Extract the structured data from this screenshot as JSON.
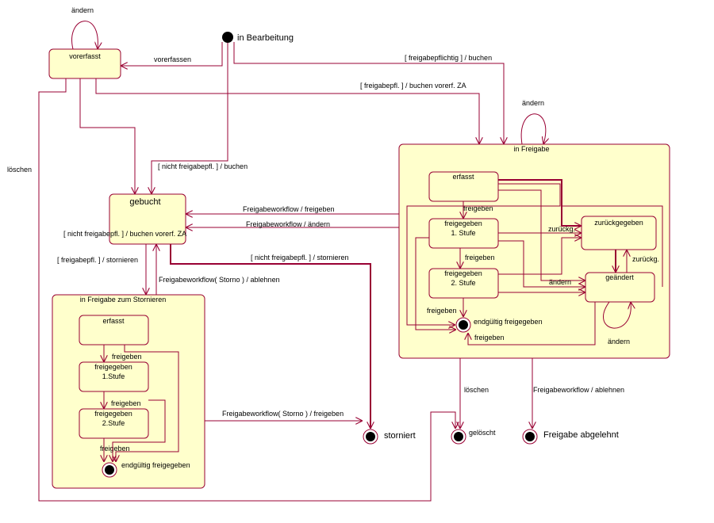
{
  "colors": {
    "line": "#990033",
    "state_fill": "#ffffcc",
    "text": "#000000",
    "background": "#ffffff"
  },
  "initial": {
    "label": "in Bearbeitung"
  },
  "states": {
    "vorerfasst": "vorerfasst",
    "gebucht": "gebucht",
    "in_freigabe": "in Freigabe",
    "in_freigabe_storno": "in Freigabe zum Stornieren",
    "erfasst": "erfasst",
    "freigegeben_1": [
      "freigegeben",
      "1. Stufe"
    ],
    "freigegeben_2": [
      "freigegeben",
      "2. Stufe"
    ],
    "zurueckgegeben": "zurückgegeben",
    "geaendert": "geändert",
    "s_erfasst": "erfasst",
    "s_freigegeben_1": [
      "freigegeben",
      "1.Stufe"
    ],
    "s_freigegeben_2": [
      "freigegeben",
      "2.Stufe"
    ]
  },
  "finals": {
    "endgueltig": "endgültig freigegeben",
    "s_endgueltig": "endgültig freigegeben",
    "storniert": "storniert",
    "geloescht": "gelöscht",
    "abgelehnt": "Freigabe abgelehnt"
  },
  "transitions": {
    "aendern_vorerfasst": "ändern",
    "vorerfassen": "vorerfassen",
    "freigabepflichtig_buchen": "[ freigabepflichtig ] / buchen",
    "freigabepfl_buchen_vorerf": "[ freigabepfl. ] / buchen vorerf. ZA",
    "aendern_freigabe": "ändern",
    "loeschen_left": "löschen",
    "nicht_freigabepfl_buchen": "[ nicht freigabepfl. ] / buchen",
    "wf_freigeben": "Freigabeworkflow / freigeben",
    "wf_aendern": "Freigabeworkflow / ändern",
    "nicht_freigabepfl_buchen_vorerf": "[ nicht freigabepfl. ] / buchen vorerf. ZA",
    "freigabepfl_stornieren": "[ freigabepfl. ] / stornieren",
    "nicht_freigabepfl_stornieren": "[ nicht freigabepfl. ] / stornieren",
    "wf_storno_ablehnen": "Freigabeworkflow( Storno ) / ablehnen",
    "wf_storno_freigeben": "Freigabeworkflow( Storno ) / freigeben",
    "loeschen_right": "löschen",
    "wf_ablehnen": "Freigabeworkflow / ablehnen",
    "inner_freigeben_1": "freigeben",
    "inner_freigeben_2": "freigeben",
    "inner_freigeben_3": "freigeben",
    "inner_freigeben_4": "freigeben",
    "inner_zurueckg_1": "zurückg.",
    "inner_zurueckg_2": "zurückg.",
    "inner_aendern_1": "ändern",
    "inner_aendern_2": "ändern",
    "s_freigeben_1": "freigeben",
    "s_freigeben_2": "freigeben",
    "s_freigeben_3": "freigeben"
  }
}
